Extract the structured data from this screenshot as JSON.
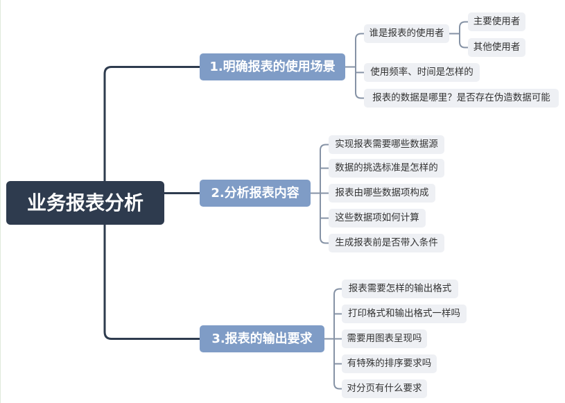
{
  "root": {
    "label": "业务报表分析"
  },
  "branches": [
    {
      "label": "1.明确报表的使用场景",
      "children": [
        {
          "label": "谁是报表的使用者",
          "children": [
            {
              "label": "主要使用者"
            },
            {
              "label": "其他使用者"
            }
          ]
        },
        {
          "label": "使用频率、时间是怎样的"
        },
        {
          "label": "报表的数据是哪里？是否存在伪造数据可能"
        }
      ]
    },
    {
      "label": "2.分析报表内容",
      "children": [
        {
          "label": "实现报表需要哪些数据源"
        },
        {
          "label": "数据的挑选标准是怎样的"
        },
        {
          "label": "报表由哪些数据项构成"
        },
        {
          "label": "这些数据项如何计算"
        },
        {
          "label": "生成报表前是否带入条件"
        }
      ]
    },
    {
      "label": "3.报表的输出要求",
      "children": [
        {
          "label": "报表需要怎样的输出格式"
        },
        {
          "label": "打印格式和输出格式一样吗"
        },
        {
          "label": "需要用图表呈现吗"
        },
        {
          "label": "有特殊的排序要求吗"
        },
        {
          "label": "对分页有什么要求"
        }
      ]
    }
  ],
  "colors": {
    "root_fill": "#2e3b4e",
    "branch_fill": "#7f9cc6",
    "topic_fill": "#eef0f4",
    "topic_text": "#333333",
    "root_line": "#2e3b4e",
    "topic_line": "#8592a5"
  }
}
